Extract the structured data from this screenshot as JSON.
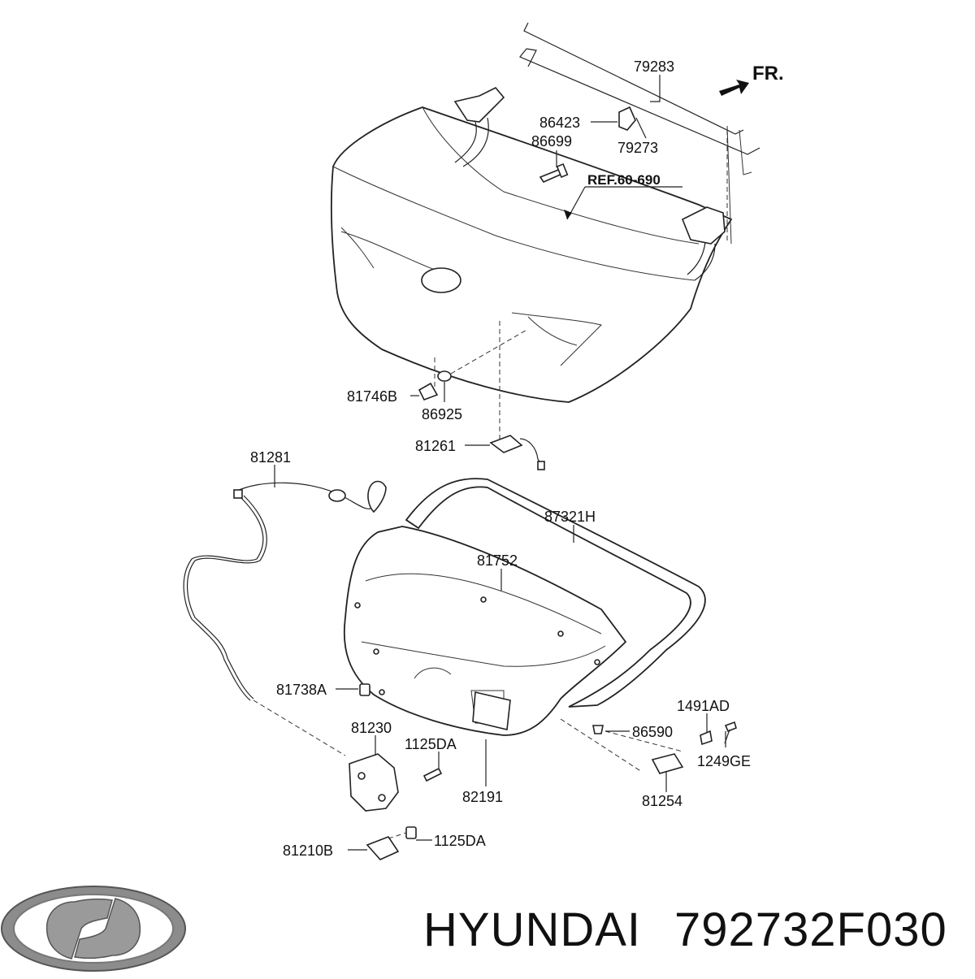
{
  "parts": {
    "p79283": "79283",
    "p86423": "86423",
    "p79273": "79273",
    "p86699": "86699",
    "ref": "REF.60-690",
    "p81746B": "81746B",
    "p86925": "86925",
    "p81261": "81261",
    "p81281": "81281",
    "p87321H": "87321H",
    "p81752": "81752",
    "p81738A": "81738A",
    "p81230": "81230",
    "p1125DA_a": "1125DA",
    "p82191": "82191",
    "p86590": "86590",
    "p1491AD": "1491AD",
    "p1249GE": "1249GE",
    "p81254": "81254",
    "p81210B": "81210B",
    "p1125DA_b": "1125DA"
  },
  "direction_label": "FR.",
  "caption": {
    "brand": "HYUNDAI",
    "part_number": "792732F030"
  },
  "logo_icon": "hyundai-logo"
}
